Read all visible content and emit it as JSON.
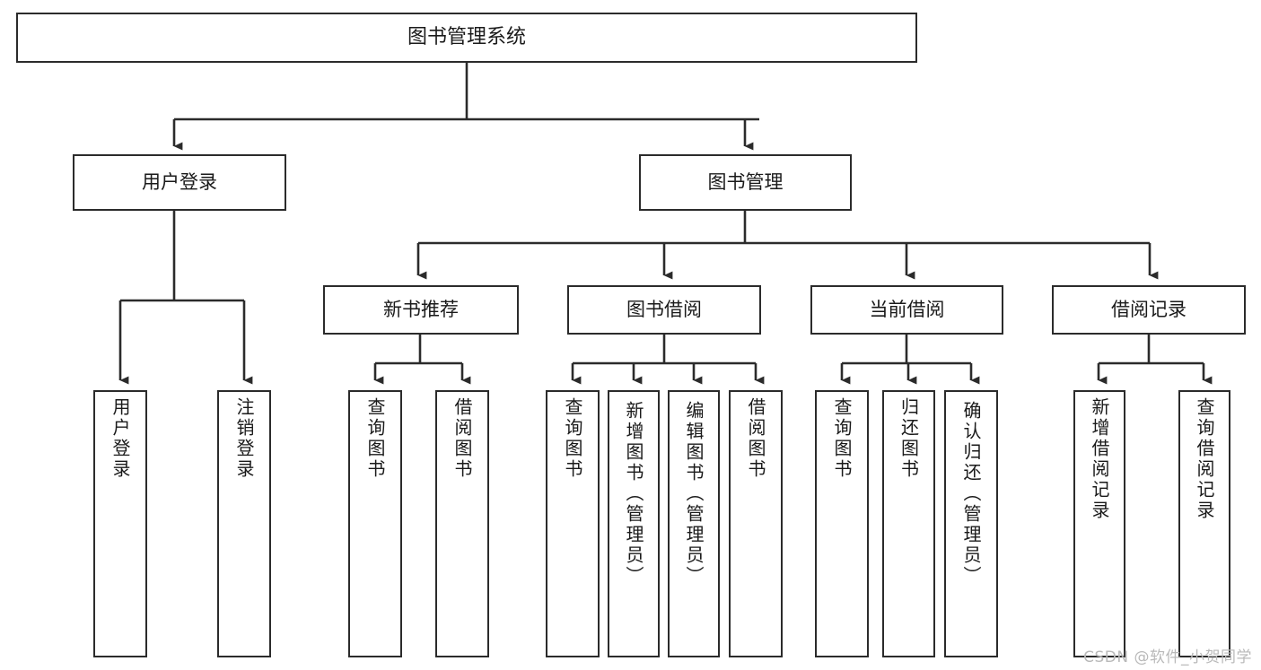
{
  "diagram": {
    "title": "图书管理系统",
    "type": "tree",
    "colors": {
      "background": "#ffffff",
      "node_border": "#2b2b2b",
      "node_fill": "#ffffff",
      "text": "#1a1a1a",
      "connector": "#2b2b2b",
      "watermark": "#b9b9b9"
    },
    "root": {
      "id": "root",
      "label": "图书管理系统",
      "orientation": "horizontal"
    },
    "level2": [
      {
        "id": "user-login",
        "label": "用户登录",
        "orientation": "horizontal"
      },
      {
        "id": "book-manage",
        "label": "图书管理",
        "orientation": "horizontal"
      }
    ],
    "level3": [
      {
        "id": "new-book-recommend",
        "label": "新书推荐",
        "orientation": "horizontal",
        "parent": "book-manage"
      },
      {
        "id": "book-borrow",
        "label": "图书借阅",
        "orientation": "horizontal",
        "parent": "book-manage"
      },
      {
        "id": "current-borrow",
        "label": "当前借阅",
        "orientation": "horizontal",
        "parent": "book-manage"
      },
      {
        "id": "borrow-record",
        "label": "借阅记录",
        "orientation": "horizontal",
        "parent": "book-manage"
      }
    ],
    "leaves": [
      {
        "id": "leaf-user-login",
        "label": "用户登录",
        "parent": "user-login",
        "orientation": "vertical"
      },
      {
        "id": "leaf-user-logout",
        "label": "注销登录",
        "parent": "user-login",
        "orientation": "vertical"
      },
      {
        "id": "leaf-query-book-1",
        "label": "查询图书",
        "parent": "new-book-recommend",
        "orientation": "vertical"
      },
      {
        "id": "leaf-borrow-book-1",
        "label": "借阅图书",
        "parent": "new-book-recommend",
        "orientation": "vertical"
      },
      {
        "id": "leaf-query-book-2",
        "label": "查询图书",
        "parent": "book-borrow",
        "orientation": "vertical"
      },
      {
        "id": "leaf-add-book",
        "label": "新增图书（管理员）",
        "parent": "book-borrow",
        "orientation": "vertical"
      },
      {
        "id": "leaf-edit-book",
        "label": "编辑图书（管理员）",
        "parent": "book-borrow",
        "orientation": "vertical"
      },
      {
        "id": "leaf-borrow-book-2",
        "label": "借阅图书",
        "parent": "book-borrow",
        "orientation": "vertical"
      },
      {
        "id": "leaf-query-book-3",
        "label": "查询图书",
        "parent": "current-borrow",
        "orientation": "vertical"
      },
      {
        "id": "leaf-return-book",
        "label": "归还图书",
        "parent": "current-borrow",
        "orientation": "vertical"
      },
      {
        "id": "leaf-confirm-return",
        "label": "确认归还（管理员）",
        "parent": "current-borrow",
        "orientation": "vertical"
      },
      {
        "id": "leaf-add-record",
        "label": "新增借阅记录",
        "parent": "borrow-record",
        "orientation": "vertical"
      },
      {
        "id": "leaf-query-record",
        "label": "查询借阅记录",
        "parent": "borrow-record",
        "orientation": "vertical"
      }
    ]
  },
  "watermark": {
    "text": "CSDN @软件_小贺同学"
  }
}
